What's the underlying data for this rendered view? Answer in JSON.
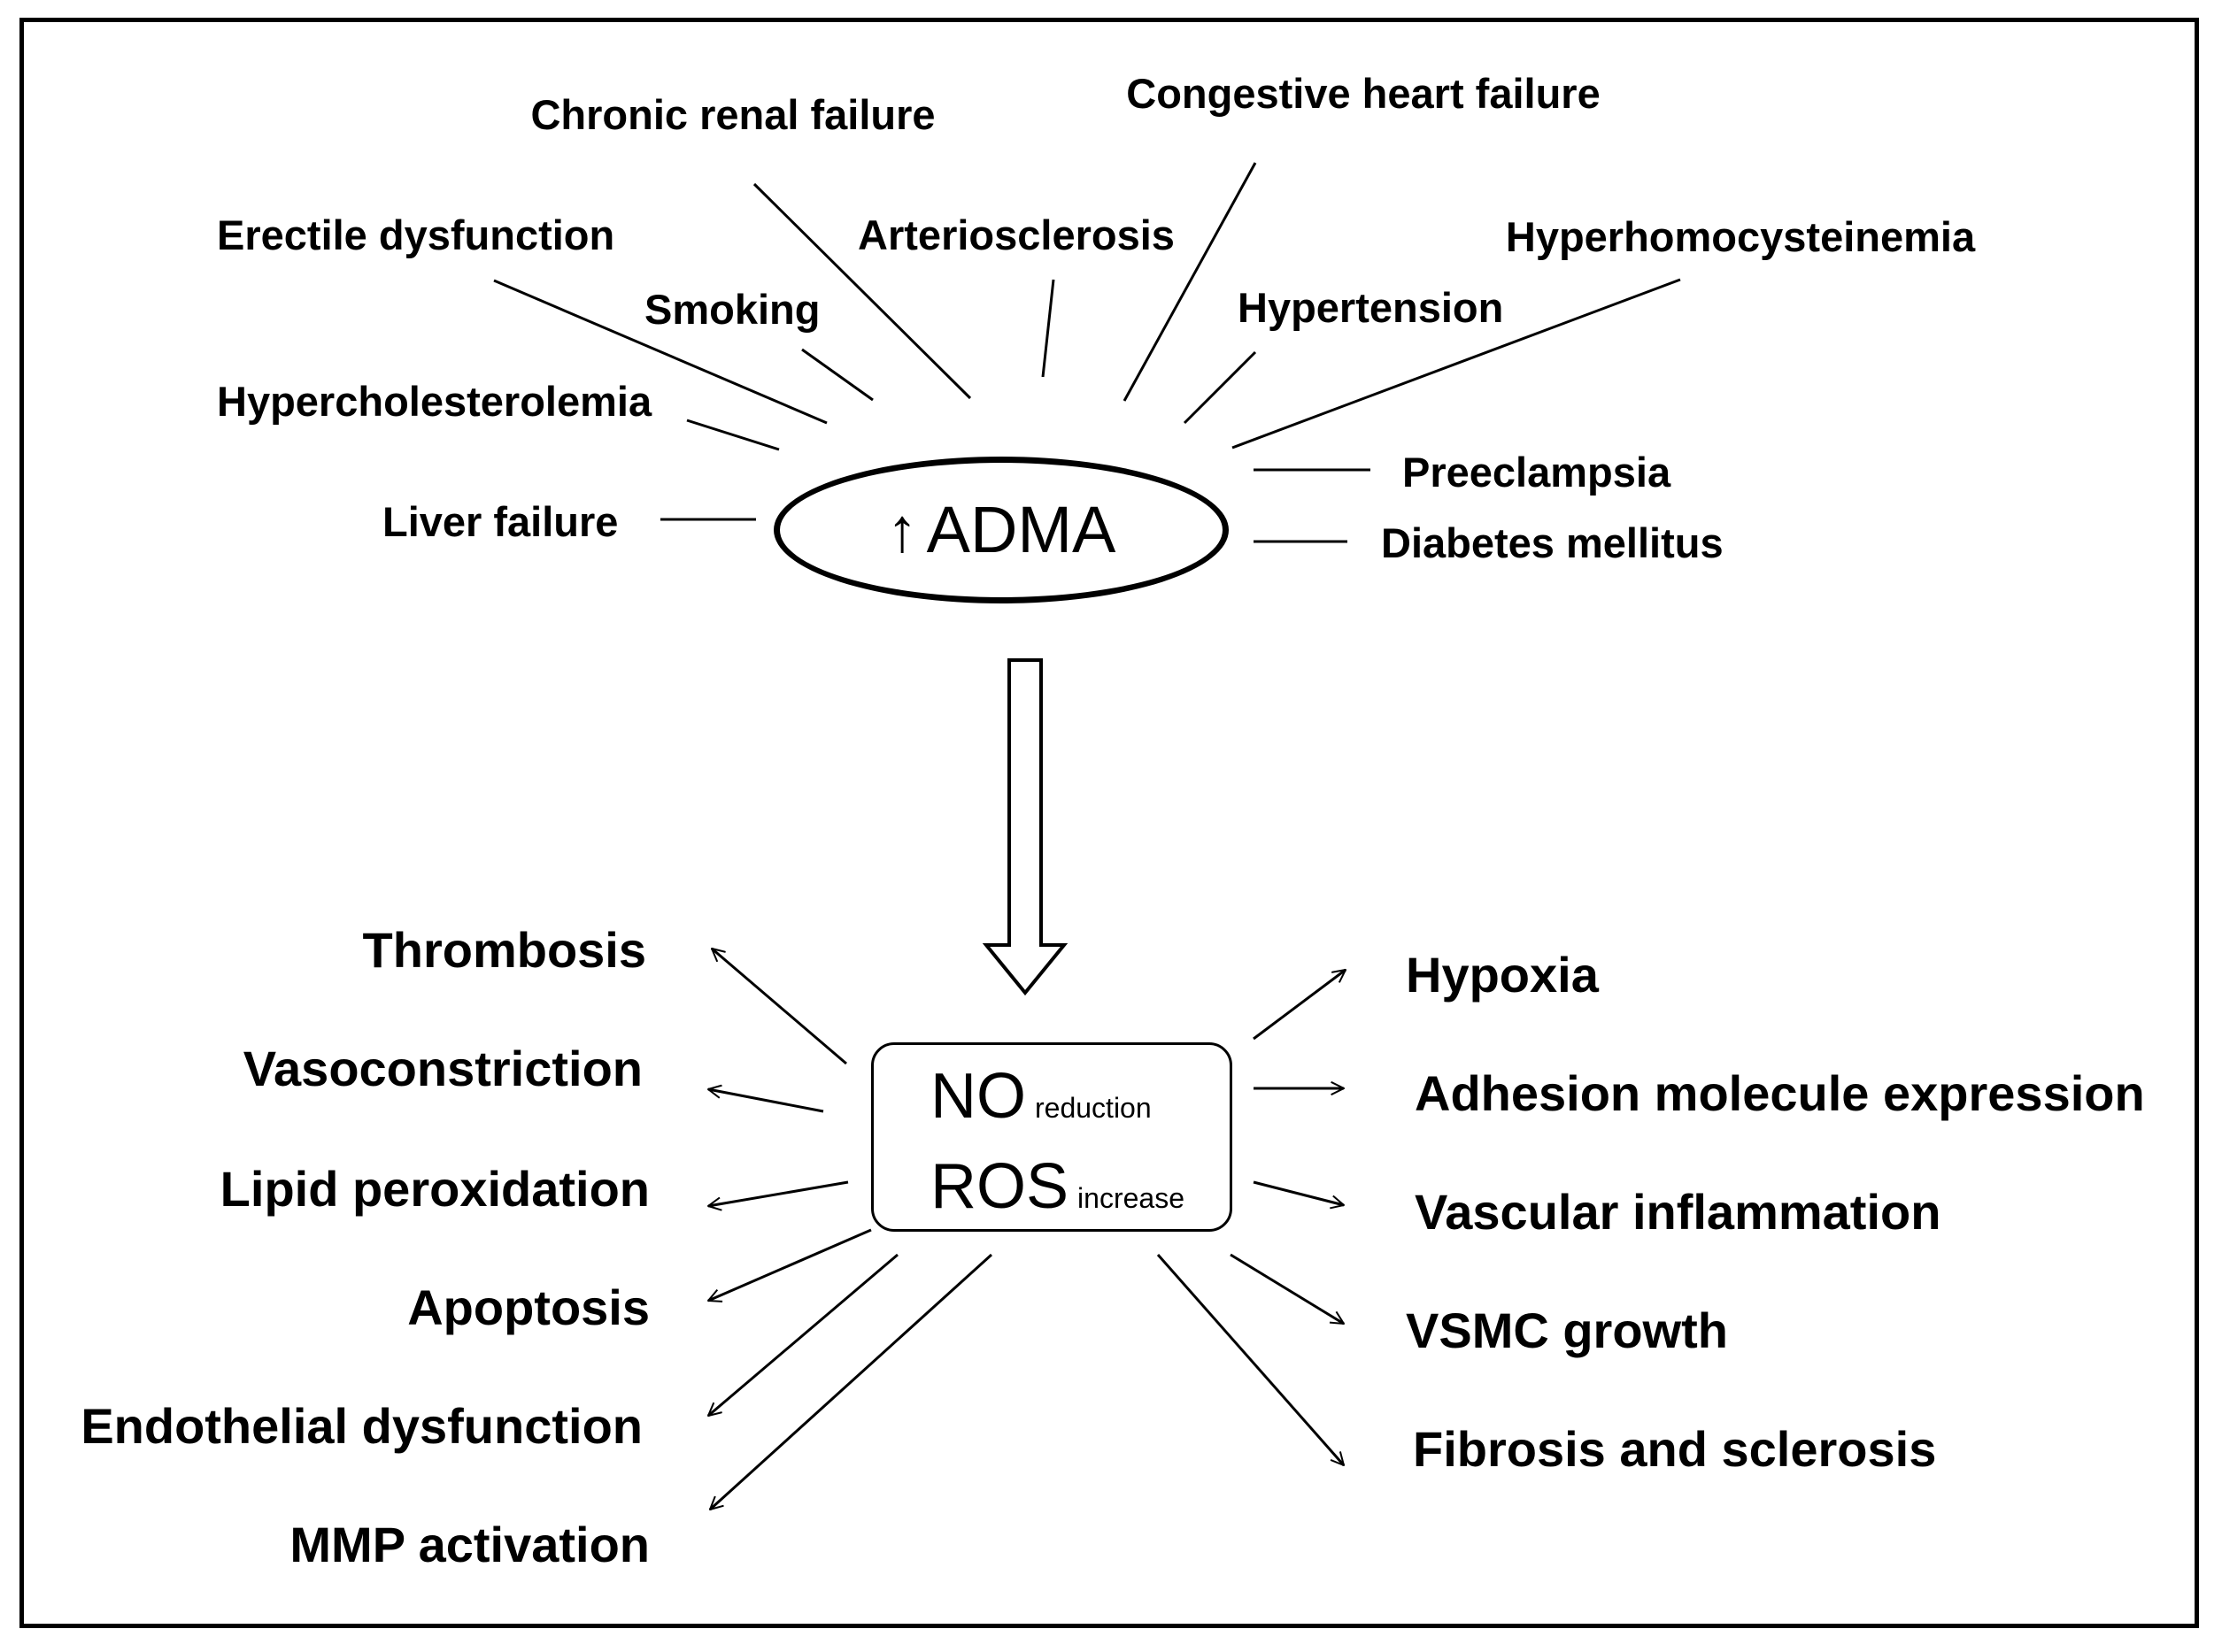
{
  "adma": {
    "arrow": "↑",
    "label": "ADMA"
  },
  "causes": [
    "Chronic renal failure",
    "Congestive heart failure",
    "Erectile dysfunction",
    "Arteriosclerosis",
    "Hyperhomocysteinemia",
    "Smoking",
    "Hypertension",
    "Hypercholesterolemia",
    "Preeclampsia",
    "Liver failure",
    "Diabetes mellitus"
  ],
  "mechanism": {
    "no": "NO",
    "no_sub": "reduction",
    "ros": "ROS",
    "ros_sub": "increase"
  },
  "left_effects": [
    "Thrombosis",
    "Vasoconstriction",
    "Lipid peroxidation",
    "Apoptosis",
    "Endothelial dysfunction",
    "MMP activation"
  ],
  "right_effects": [
    "Hypoxia",
    "Adhesion molecule expression",
    "Vascular inflammation",
    "VSMC growth",
    "Fibrosis and sclerosis"
  ]
}
